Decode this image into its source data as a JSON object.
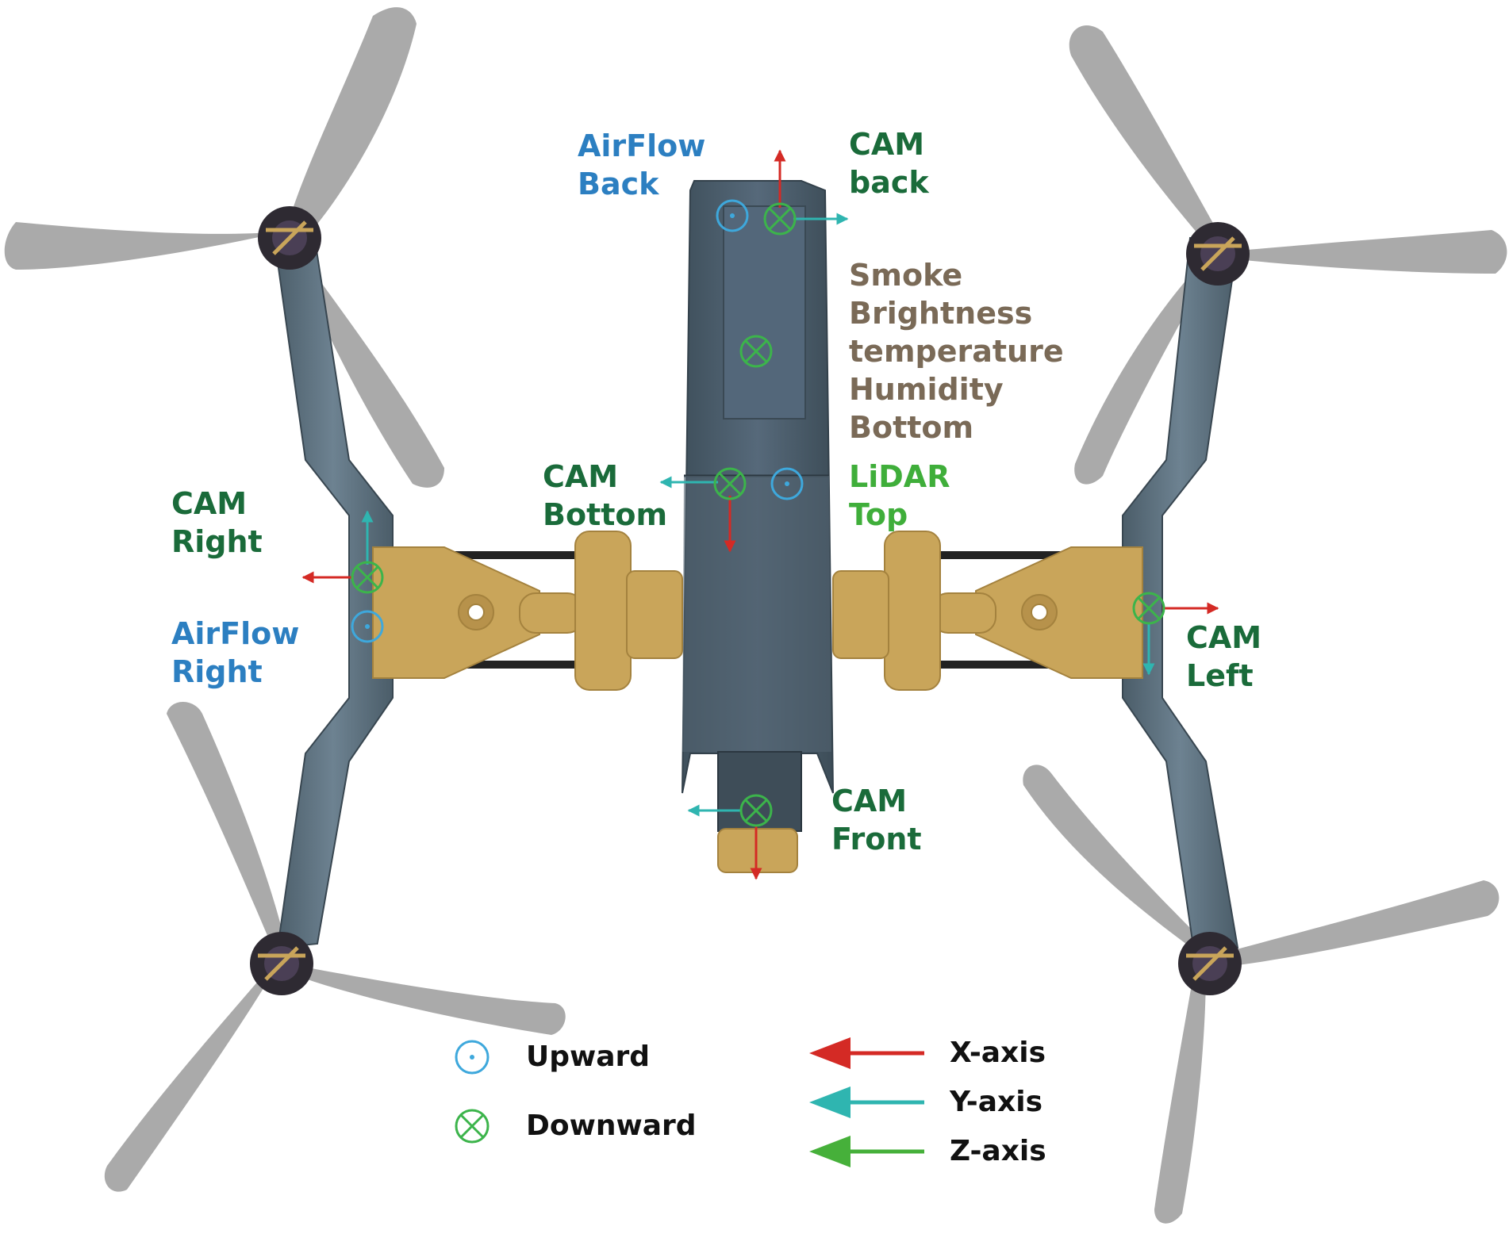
{
  "labels": {
    "airflow_back": [
      "AirFlow",
      "Back"
    ],
    "cam_back": [
      "CAM",
      "back"
    ],
    "sensors": [
      "Smoke",
      "Brightness",
      "temperature",
      "Humidity",
      "Bottom"
    ],
    "cam_bottom": [
      "CAM",
      "Bottom"
    ],
    "lidar_top": [
      "LiDAR",
      "Top"
    ],
    "cam_right": [
      "CAM",
      "Right"
    ],
    "airflow_right": [
      "AirFlow",
      "Right"
    ],
    "cam_left": [
      "CAM",
      "Left"
    ],
    "cam_front": [
      "CAM",
      "Front"
    ]
  },
  "legend": {
    "upward": "Upward",
    "downward": "Downward",
    "x_axis": "X-axis",
    "y_axis": "Y-axis",
    "z_axis": "Z-axis"
  },
  "colors": {
    "x_axis": "#d42a25",
    "y_axis": "#2fb5b0",
    "z_axis": "#46b03a",
    "upward": "#3ea8dc",
    "downward": "#3cb44b",
    "body": "#4a5c68",
    "arm": "#5a6e7c",
    "frame": "#c9a55a",
    "propeller": "#a3a3a3"
  }
}
